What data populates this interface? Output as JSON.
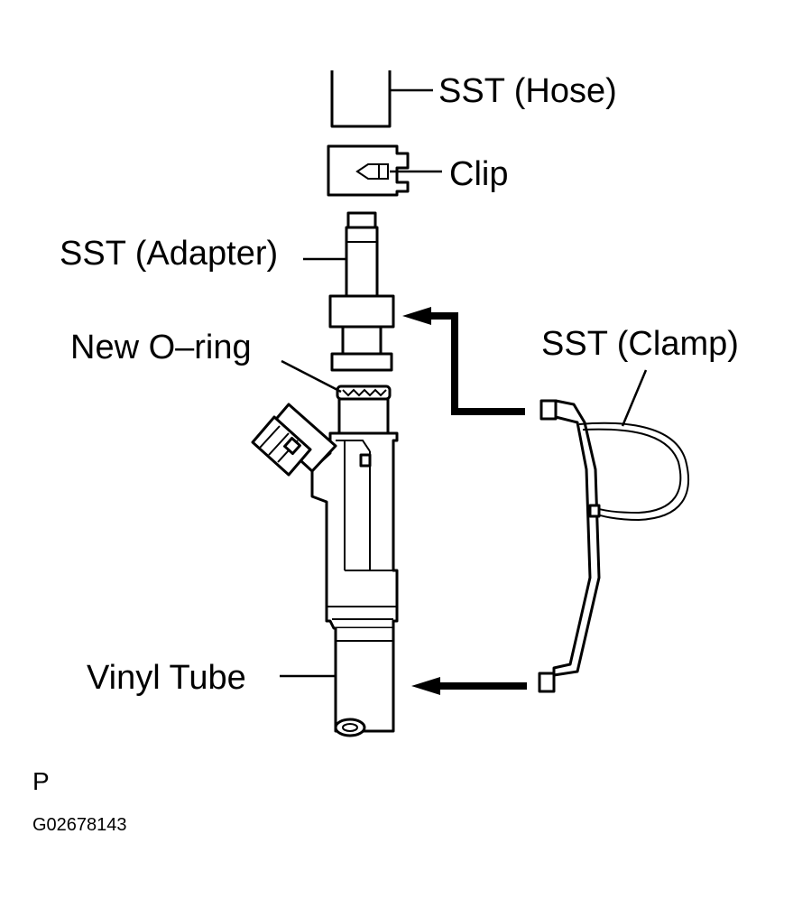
{
  "labels": {
    "hose": "SST (Hose)",
    "clip": "Clip",
    "adapter": "SST (Adapter)",
    "oring": "New O–ring",
    "clamp": "SST (Clamp)",
    "vinyl": "Vinyl Tube"
  },
  "footer": {
    "marker": "P",
    "code": "G02678143"
  }
}
